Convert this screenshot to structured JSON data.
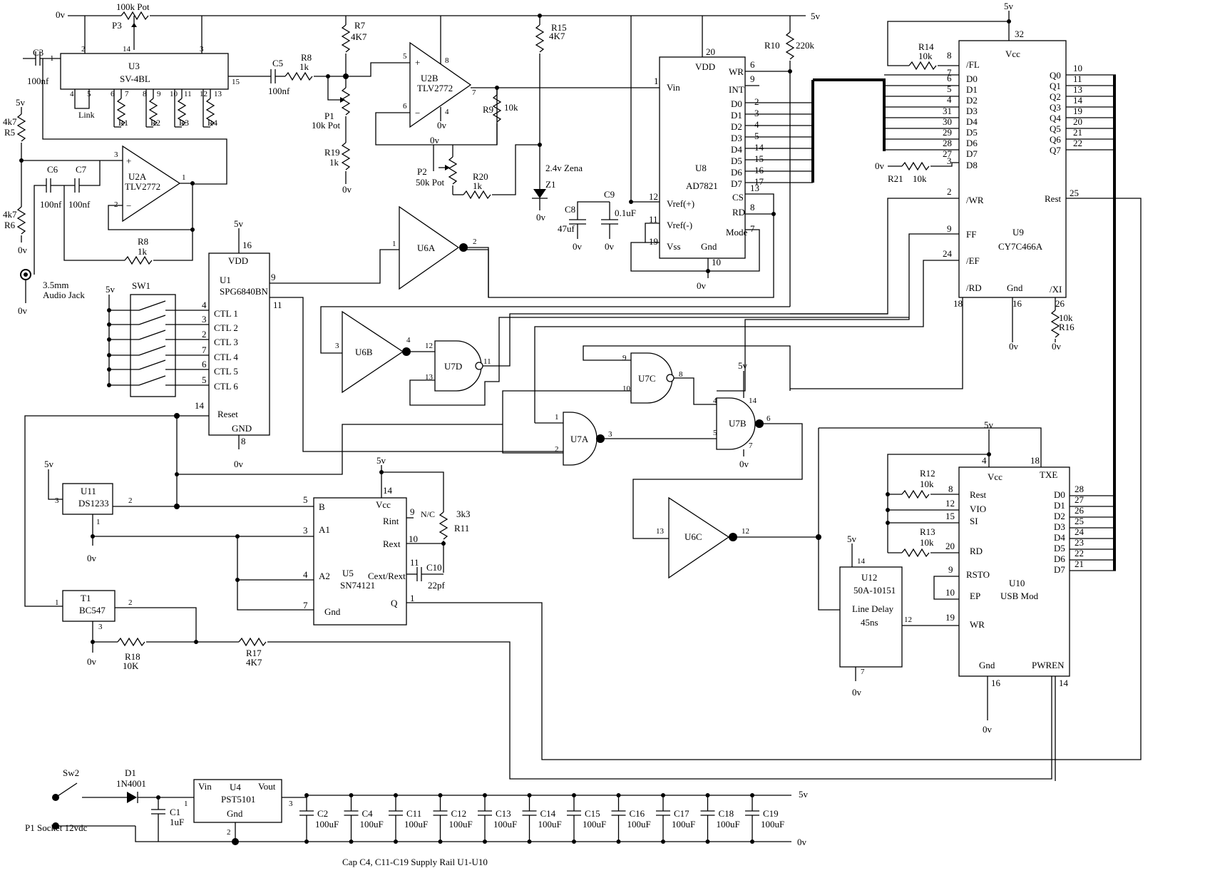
{
  "rails": {
    "v5": "5v",
    "v0": "0v"
  },
  "u3": {
    "ref": "U3",
    "part": "SV-4BL",
    "pins": [
      "1",
      "2",
      "14",
      "3",
      "15",
      "4",
      "5",
      "6",
      "7",
      "8",
      "9",
      "10",
      "11",
      "12",
      "13"
    ],
    "link": "Link",
    "r1": "R1",
    "r2": "R2",
    "r3": "R3",
    "r4": "R4"
  },
  "p3": {
    "ref": "P3",
    "value": "100k Pot"
  },
  "c3": {
    "ref": "C3",
    "value": "100nf"
  },
  "c5": {
    "ref": "C5",
    "value": "100nf"
  },
  "r8a": {
    "ref": "R8",
    "value": "1k"
  },
  "r7": {
    "ref": "R7",
    "value": "4K7"
  },
  "p1": {
    "ref": "P1",
    "value": "10k Pot"
  },
  "r19": {
    "ref": "R19",
    "value": "1k"
  },
  "u2b": {
    "ref": "U2B",
    "part": "TLV2772",
    "pins": [
      "5",
      "6",
      "8",
      "4",
      "7"
    ]
  },
  "r9": {
    "ref": "R9",
    "value": "10k"
  },
  "p2": {
    "ref": "P2",
    "value": "50k Pot"
  },
  "r20": {
    "ref": "R20",
    "value": "1k"
  },
  "r15": {
    "ref": "R15",
    "value": "4K7"
  },
  "z1": {
    "ref": "Z1",
    "value": "2.4v Zena"
  },
  "r5": {
    "ref": "R5",
    "value": "4k7"
  },
  "r6": {
    "ref": "R6",
    "value": "4k7"
  },
  "c6": {
    "ref": "C6",
    "value": "100nf"
  },
  "c7": {
    "ref": "C7",
    "value": "100nf"
  },
  "u2a": {
    "ref": "U2A",
    "part": "TLV2772",
    "pins": [
      "3",
      "2",
      "1"
    ]
  },
  "r8b": {
    "ref": "R8",
    "value": "1k"
  },
  "jack": {
    "line1": "3.5mm",
    "line2": "Audio Jack"
  },
  "r10": {
    "ref": "R10",
    "value": "220k"
  },
  "u8": {
    "ref": "U8",
    "part": "AD7821",
    "vdd": "VDD",
    "vin": "Vin",
    "vrefp": "Vref(+)",
    "vrefm": "Vref(-)",
    "vss": "Vss",
    "gnd": "Gnd",
    "wr": "WR",
    "int": "INT",
    "cs": "CS",
    "rd": "RD",
    "mode": "Mode",
    "d": [
      "D0",
      "D1",
      "D2",
      "D3",
      "D4",
      "D5",
      "D6",
      "D7"
    ],
    "pin_vdd": "20",
    "pin_vin": "1",
    "pin_vrefp": "12",
    "pin_vrefm": "11",
    "pin_vss": "19",
    "pin_gnd": "10",
    "pin_wr": "6",
    "pin_int": "9",
    "pin_cs": "13",
    "pin_rd": "8",
    "pin_mode": "7",
    "pin_d": [
      "2",
      "3",
      "4",
      "5",
      "14",
      "15",
      "16",
      "17"
    ]
  },
  "c8": {
    "ref": "C8",
    "value": "47uf"
  },
  "c9": {
    "ref": "C9",
    "value": "0.1uF"
  },
  "u9": {
    "ref": "U9",
    "part": "CY7C466A",
    "vcc": "Vcc",
    "fl": "/FL",
    "wr": "/WR",
    "ff": "FF",
    "ef": "/EF",
    "rd": "/RD",
    "gnd": "Gnd",
    "xi": "/XI",
    "rest": "Rest",
    "d": [
      "D0",
      "D1",
      "D2",
      "D3",
      "D4",
      "D5",
      "D6",
      "D7",
      "D8"
    ],
    "q": [
      "Q0",
      "Q1",
      "Q2",
      "Q3",
      "Q4",
      "Q5",
      "Q6",
      "Q7"
    ],
    "pin_d": [
      "6",
      "5",
      "4",
      "31",
      "30",
      "29",
      "28",
      "27",
      "3"
    ],
    "pin_q": [
      "10",
      "11",
      "13",
      "14",
      "19",
      "20",
      "21",
      "22"
    ],
    "pin_vcc": "32",
    "pin_fl": "8",
    "pin_fl2": "7",
    "pin_wr": "2",
    "pin_ff": "9",
    "pin_ef": "24",
    "pin_rd": "18",
    "pin_gnd": "16",
    "pin_xi": "26",
    "pin_rest": "25"
  },
  "r14": {
    "ref": "R14",
    "value": "10k"
  },
  "r21": {
    "ref": "R21",
    "value": "10k"
  },
  "r16": {
    "ref": "R16",
    "value": "10k"
  },
  "u1": {
    "ref": "U1",
    "part": "SPG6840BN",
    "vdd": "VDD",
    "reset": "Reset",
    "gnd": "GND",
    "ctl": [
      "CTL 1",
      "CTL 2",
      "CTL 3",
      "CTL 4",
      "CTL 5",
      "CTL 6"
    ],
    "pin_ctl": [
      "4",
      "3",
      "2",
      "7",
      "6",
      "5"
    ],
    "pin_vdd": "16",
    "pin_9": "9",
    "pin_11": "11",
    "pin_14": "14",
    "pin_gnd": "8"
  },
  "sw1": {
    "ref": "SW1"
  },
  "u6a": {
    "ref": "U6A",
    "pin_in": "1",
    "pin_out": "2"
  },
  "u6b": {
    "ref": "U6B",
    "pin_in": "3",
    "pin_out": "4"
  },
  "u6c": {
    "ref": "U6C",
    "pin_in": "13",
    "pin_out": "12"
  },
  "u7d": {
    "ref": "U7D",
    "pins": [
      "12",
      "13",
      "11"
    ]
  },
  "u7c": {
    "ref": "U7C",
    "pins": [
      "9",
      "10",
      "8"
    ]
  },
  "u7a": {
    "ref": "U7A",
    "pins": [
      "1",
      "2",
      "3"
    ]
  },
  "u7b": {
    "ref": "U7B",
    "pins": [
      "4",
      "5",
      "6",
      "14",
      "7"
    ]
  },
  "u11": {
    "ref": "U11",
    "part": "DS1233",
    "pins": [
      "3",
      "2",
      "1"
    ]
  },
  "t1": {
    "ref": "T1",
    "part": "BC547",
    "pins": [
      "1",
      "2",
      "3"
    ]
  },
  "r18": {
    "ref": "R18",
    "value": "10K"
  },
  "r17": {
    "ref": "R17",
    "value": "4K7"
  },
  "u5": {
    "ref": "U5",
    "part": "SN74121",
    "b": "B",
    "a1": "A1",
    "a2": "A2",
    "gnd": "Gnd",
    "vcc": "Vcc",
    "rint": "Rint",
    "rext": "Rext",
    "cext": "Cext/Rext",
    "q": "Q",
    "pins": [
      "5",
      "3",
      "4",
      "7",
      "14",
      "9",
      "10",
      "11",
      "1"
    ],
    "nc": "N/C"
  },
  "r11": {
    "ref": "R11",
    "value": "3k3"
  },
  "c10": {
    "ref": "C10",
    "value": "22pf"
  },
  "u12": {
    "ref": "U12",
    "part": "50A-10151",
    "desc1": "Line Delay",
    "desc2": "45ns",
    "pins": [
      "14",
      "12",
      "7"
    ]
  },
  "u10": {
    "ref": "U10",
    "part": "USB Mod",
    "vcc": "Vcc",
    "txe": "TXE",
    "rest": "Rest",
    "vio": "VIO",
    "si": "SI",
    "rd": "RD",
    "rsto": "RSTO",
    "ep": "EP",
    "wr": "WR",
    "gnd": "Gnd",
    "pwren": "PWREN",
    "d": [
      "D0",
      "D1",
      "D2",
      "D3",
      "D4",
      "D5",
      "D6",
      "D7"
    ],
    "pin_d": [
      "28",
      "27",
      "26",
      "25",
      "24",
      "23",
      "22",
      "21"
    ],
    "pin_vcc": "4",
    "pin_txe": "18",
    "pin_rest": "8",
    "pin_vio": "12",
    "pin_si": "15",
    "pin_rd": "20",
    "pin_rsto": "9",
    "pin_ep": "10",
    "pin_wr": "19",
    "pin_gnd": "16",
    "pin_pwren": "14"
  },
  "r12": {
    "ref": "R12",
    "value": "10k"
  },
  "r13": {
    "ref": "R13",
    "value": "10k"
  },
  "sw2": {
    "ref": "Sw2"
  },
  "d1": {
    "ref": "D1",
    "value": "1N4001"
  },
  "c1": {
    "ref": "C1",
    "value": "1uF"
  },
  "u4": {
    "ref": "U4",
    "part": "PST5101",
    "vin": "Vin",
    "vout": "Vout",
    "gnd": "Gnd",
    "pins": [
      "1",
      "2",
      "3"
    ]
  },
  "psu_caps": [
    {
      "ref": "C2",
      "value": "100uF"
    },
    {
      "ref": "C4",
      "value": "100uF"
    },
    {
      "ref": "C11",
      "value": "100uF"
    },
    {
      "ref": "C12",
      "value": "100uF"
    },
    {
      "ref": "C13",
      "value": "100uF"
    },
    {
      "ref": "C14",
      "value": "100uF"
    },
    {
      "ref": "C15",
      "value": "100uF"
    },
    {
      "ref": "C16",
      "value": "100uF"
    },
    {
      "ref": "C17",
      "value": "100uF"
    },
    {
      "ref": "C18",
      "value": "100uF"
    },
    {
      "ref": "C19",
      "value": "100uF"
    }
  ],
  "socket": "P1 Socket 12vdc",
  "note": "Cap C4, C11-C19 Supply Rail U1-U10"
}
